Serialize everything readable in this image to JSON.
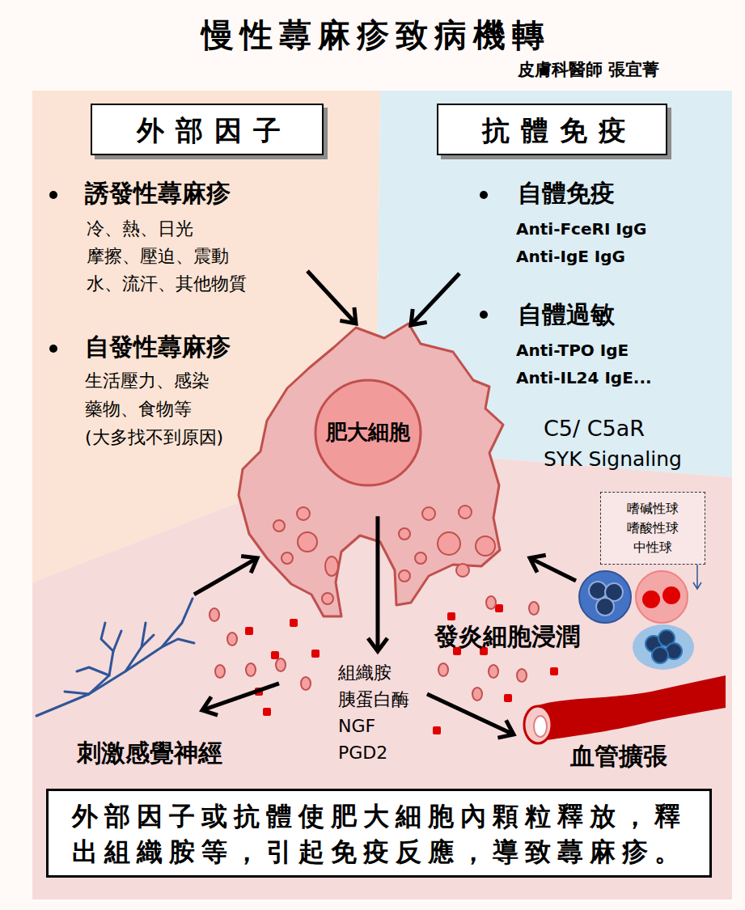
{
  "diagram": {
    "title": "慢性蕁麻疹致病機轉",
    "caption": "外部因子或抗體使肥大細胞內顆粒釋放，釋出組織胺等，引起免疫反應，導致蕁麻疹。",
    "nodes": [
      {
        "text": [
          "外部因子"
        ]
      },
      {
        "text": [
          "誘發性蕁麻疹",
          "冷、熱、日光 摩擦、壓迫、震動 水、流汗、其他物質"
        ]
      },
      {
        "text": [
          "自發性蕁麻疹",
          "生活壓力、感染 藥物、食物等 (大多找不到原因)"
        ]
      },
      {
        "text": [
          "抗體免疫"
        ]
      },
      {
        "text": [
          "自體免疫",
          "Anti-FceRI IgG Anti-IgE IgG"
        ]
      },
      {
        "text": [
          "自體過敏",
          "Anti-TPO IgE Anti-IL24 IgE..."
        ]
      },
      {
        "text": [
          "肥大細胞"
        ]
      },
      {
        "text": [
          "組織胺 胰蛋白酶 NGF PGD2"
        ]
      },
      {
        "text": [
          "刺激感覺神經"
        ]
      },
      {
        "text": [
          "血管擴張"
        ]
      },
      {
        "text": [
          "嗜碱性球 嗜酸性球 中性球"
        ]
      },
      {
        "text": [
          "發炎細胞浸潤"
        ]
      }
    ],
    "edges": [
      {
        "from": 1,
        "to": 6,
        "arrow": "to"
      },
      {
        "from": 4,
        "to": 6,
        "arrow": "to"
      },
      {
        "from": 6,
        "to": 8,
        "arrow": "to"
      },
      {
        "from": 8,
        "to": 6,
        "arrow": "to"
      },
      {
        "from": 6,
        "to": 7,
        "arrow": "to"
      },
      {
        "from": 7,
        "to": 9,
        "arrow": "to"
      },
      {
        "from": 11,
        "to": 6,
        "arrow": "to"
      },
      {
        "from": 10,
        "to": 11,
        "arrow": "to"
      }
    ],
    "labels": [
      "皮膚科醫師 張宜菁",
      "C5/ C5aR",
      "SYK Signaling"
    ]
  }
}
